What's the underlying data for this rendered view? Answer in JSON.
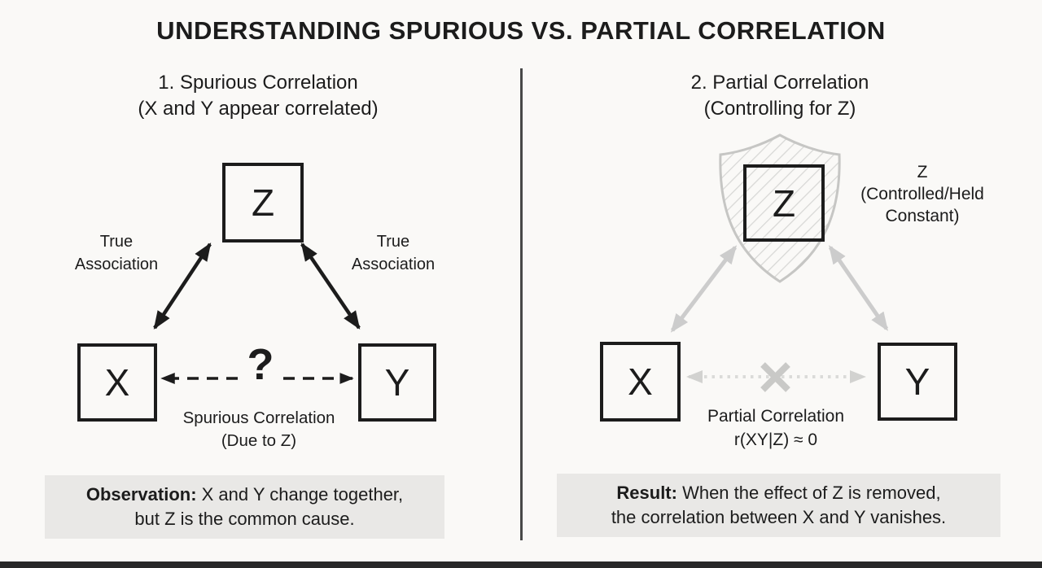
{
  "title": "UNDERSTANDING SPURIOUS VS. PARTIAL CORRELATION",
  "left": {
    "heading": "1. Spurious Correlation\n(X and Y appear correlated)",
    "nodes": {
      "z": "Z",
      "x": "X",
      "y": "Y"
    },
    "assoc_left": "True\nAssociation",
    "assoc_right": "True\nAssociation",
    "question_mark": "?",
    "link_label": "Spurious Correlation\n(Due to Z)",
    "note": {
      "prefix": "Observation:",
      "line1": " X and Y change together,",
      "line2": "but Z is the common cause."
    }
  },
  "right": {
    "heading": "2. Partial Correlation\n(Controlling for Z)",
    "nodes": {
      "z": "Z",
      "x": "X",
      "y": "Y"
    },
    "z_annotation": "Z\n(Controlled/Held\nConstant)",
    "link_label": "Partial Correlation\nr(XY|Z) ≈ 0",
    "note": {
      "prefix": "Result:",
      "line1": " When the effect of Z is removed,",
      "line2": "the correlation between X and Y vanishes."
    }
  },
  "colors": {
    "background": "#faf9f7",
    "ink": "#1c1c1c",
    "muted_arrow": "#cccccc",
    "dotted_line": "#dbdbd9",
    "hatch": "#d8d8d6",
    "shield_outline": "#c6c6c4",
    "note_background": "#e9e8e6",
    "divider": "#484848"
  }
}
